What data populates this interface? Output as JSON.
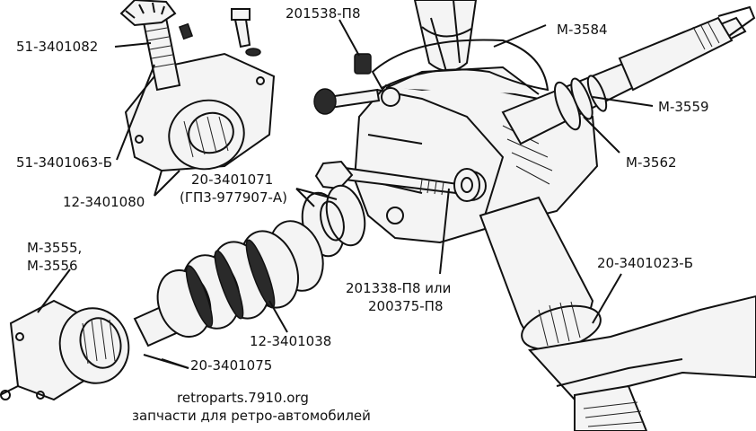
{
  "labels": {
    "l_51_3401082": "51-3401082",
    "l_201538": "201538-П8",
    "l_m3584": "М-3584",
    "l_m3559": "М-3559",
    "l_m3562": "М-3562",
    "l_51_3401063b": "51-3401063-Б",
    "l_12_3401080": "12-3401080",
    "l_20_3401071_a": "20-3401071",
    "l_20_3401071_b": "(ГП3-977907-А)",
    "l_m3555_a": "М-3555,",
    "l_m3555_b": "М-3556",
    "l_20_3401023b": "20-3401023-Б",
    "l_201338_a": "201338-П8 или",
    "l_201338_b": "200375-П8",
    "l_12_3401038": "12-3401038",
    "l_20_3401075": "20-3401075"
  },
  "watermark": {
    "line1": "retroparts.7910.org",
    "line2": "запчасти для ретро-автомобилей"
  }
}
